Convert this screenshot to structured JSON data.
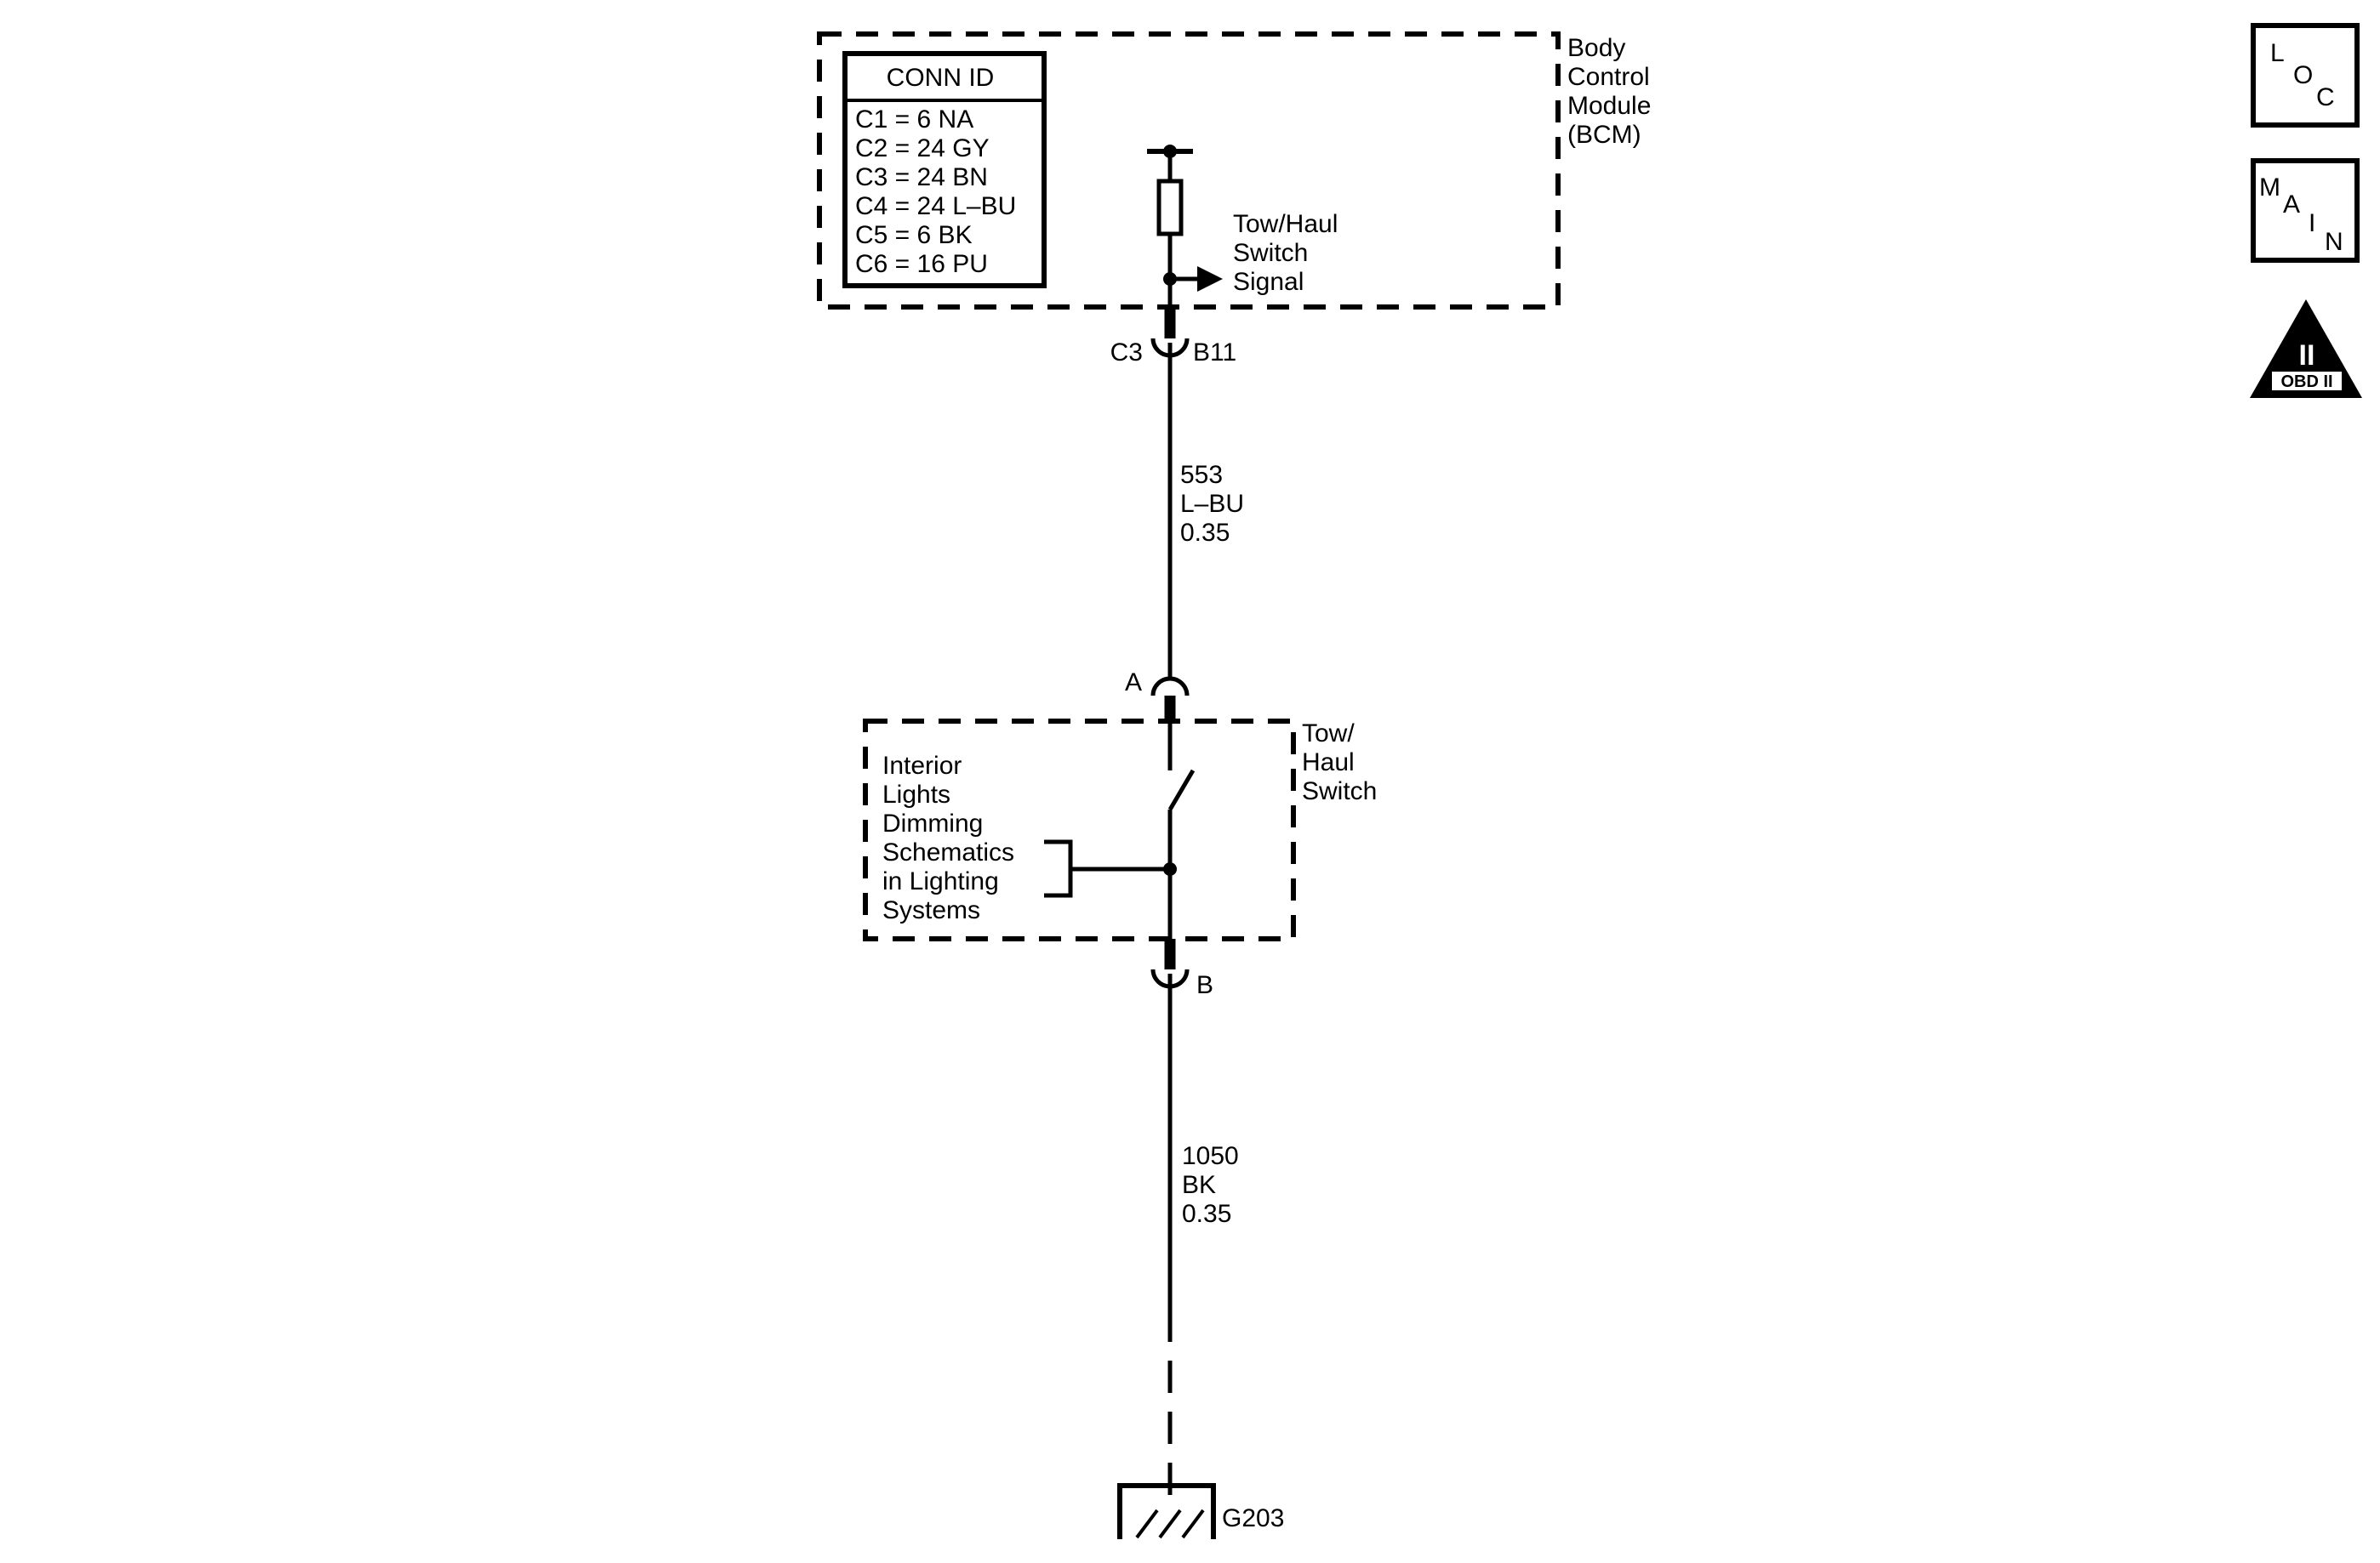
{
  "bcm": {
    "name_lines": [
      "Body",
      "Control",
      "Module",
      "(BCM)"
    ],
    "conn_id": {
      "title": "CONN ID",
      "rows": [
        "C1 = 6 NA",
        "C2 = 24 GY",
        "C3 = 24 BN",
        "C4 = 24 L–BU",
        "C5 = 6 BK",
        "C6 = 16 PU"
      ]
    },
    "signal_lines": [
      "Tow/Haul",
      "Switch",
      "Signal"
    ],
    "connector": "C3",
    "pin": "B11"
  },
  "wire_top": {
    "circuit": "553",
    "color": "L–BU",
    "gauge": "0.35"
  },
  "switch": {
    "name_lines": [
      "Tow/",
      "Haul",
      "Switch"
    ],
    "pin_top": "A",
    "pin_bottom": "B",
    "reference_lines": [
      "Interior",
      "Lights",
      "Dimming",
      "Schematics",
      "in Lighting",
      "Systems"
    ]
  },
  "wire_bottom": {
    "circuit": "1050",
    "color": "BK",
    "gauge": "0.35"
  },
  "ground": {
    "label": "G203"
  },
  "nav": {
    "loc": [
      "L",
      "O",
      "C"
    ],
    "main": [
      "M",
      "A",
      "I",
      "N"
    ],
    "obd": {
      "symbol": "II",
      "label": "OBD II"
    }
  }
}
